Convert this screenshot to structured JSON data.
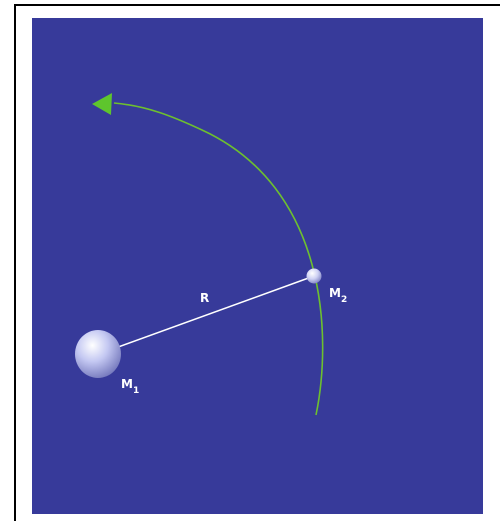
{
  "diagram": {
    "labels": {
      "separation": "R",
      "body1": {
        "main": "M",
        "sub": "1"
      },
      "body2": {
        "main": "M",
        "sub": "2"
      }
    },
    "colors": {
      "background": "#373a9a",
      "orbit": "#6dc02f",
      "arrow_head": "#5ec52d",
      "separation_line": "#ffffff",
      "body_fill": "#b9bdf0",
      "label": "#ffffff"
    },
    "icons": {
      "body1": "sphere-icon",
      "body2": "sphere-icon",
      "arrow": "arrowhead-icon"
    }
  }
}
